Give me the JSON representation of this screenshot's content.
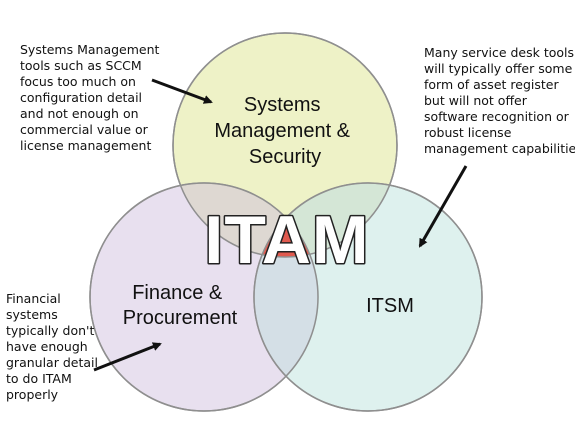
{
  "circles": {
    "top": {
      "label_lines": [
        "Systems",
        "Management &",
        "Security"
      ],
      "fill": "#eef2c7",
      "stroke": "#8f8f8f"
    },
    "left": {
      "label_lines": [
        "Finance &",
        "Procurement"
      ],
      "fill": "#e4dbec",
      "stroke": "#8f8f8f"
    },
    "right": {
      "label_lines": [
        "ITSM"
      ],
      "fill": "#d6eeea",
      "stroke": "#8f8f8f"
    }
  },
  "center": {
    "label": "ITAM",
    "fill": "#ffffff",
    "stroke": "#222222",
    "core_fill": "#e05a4f"
  },
  "annotations": {
    "top_left": [
      "Systems Management",
      "tools such as SCCM",
      "focus too much on",
      "configuration detail",
      "and not enough on",
      "commercial value or",
      "license management"
    ],
    "top_right": [
      "Many service desk tools",
      "will typically offer some",
      "form of asset register",
      "but will not offer",
      "software recognition or",
      "robust license",
      "management capabilities"
    ],
    "bottom_left": [
      "Financial",
      "systems",
      "typically don't",
      "have enough",
      "granular detail",
      "to do ITAM",
      "properly"
    ]
  },
  "colors": {
    "arrow": "#111111",
    "text": "#111111"
  }
}
